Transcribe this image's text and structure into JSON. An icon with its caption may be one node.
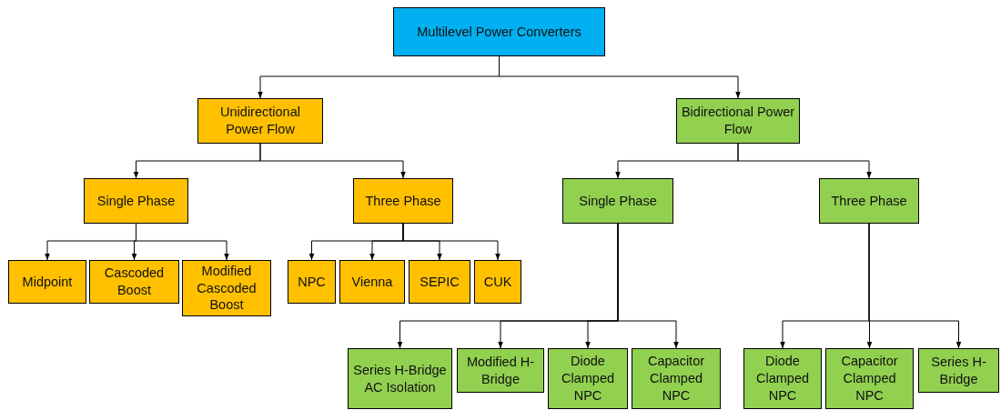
{
  "diagram": {
    "nodes": [
      {
        "text": [
          "Multilevel Power Converters"
        ]
      },
      {
        "text": [
          "Unidirectional Power Flow"
        ]
      },
      {
        "text": [
          "Bidirectional Power Flow"
        ]
      },
      {
        "text": [
          "Single Phase"
        ]
      },
      {
        "text": [
          "Three Phase"
        ]
      },
      {
        "text": [
          "Single Phase"
        ]
      },
      {
        "text": [
          "Three Phase"
        ]
      },
      {
        "text": [
          "Midpoint"
        ]
      },
      {
        "text": [
          "Cascoded Boost"
        ]
      },
      {
        "text": [
          "Modified Cascoded Boost"
        ]
      },
      {
        "text": [
          "NPC"
        ]
      },
      {
        "text": [
          "Vienna"
        ]
      },
      {
        "text": [
          "SEPIC"
        ]
      },
      {
        "text": [
          "CUK"
        ]
      },
      {
        "text": [
          "Series H-Bridge AC Isolation"
        ]
      },
      {
        "text": [
          "Modified H-Bridge"
        ]
      },
      {
        "text": [
          "Diode Clamped NPC"
        ]
      },
      {
        "text": [
          "Capacitor Clamped NPC"
        ]
      },
      {
        "text": [
          "Diode Clamped NPC"
        ]
      },
      {
        "text": [
          "Capacitor Clamped NPC"
        ]
      },
      {
        "text": [
          "Series H-Bridge"
        ]
      }
    ],
    "edges": [
      {
        "from": 0,
        "to": 1,
        "arrow": "to"
      },
      {
        "from": 0,
        "to": 2,
        "arrow": "to"
      },
      {
        "from": 1,
        "to": 3,
        "arrow": "to"
      },
      {
        "from": 1,
        "to": 4,
        "arrow": "to"
      },
      {
        "from": 2,
        "to": 5,
        "arrow": "to"
      },
      {
        "from": 2,
        "to": 6,
        "arrow": "to"
      },
      {
        "from": 3,
        "to": 7,
        "arrow": "to"
      },
      {
        "from": 3,
        "to": 8,
        "arrow": "to"
      },
      {
        "from": 3,
        "to": 9,
        "arrow": "to"
      },
      {
        "from": 4,
        "to": 10,
        "arrow": "to"
      },
      {
        "from": 4,
        "to": 11,
        "arrow": "to"
      },
      {
        "from": 4,
        "to": 12,
        "arrow": "to"
      },
      {
        "from": 4,
        "to": 13,
        "arrow": "to"
      },
      {
        "from": 5,
        "to": 14,
        "arrow": "to"
      },
      {
        "from": 5,
        "to": 15,
        "arrow": "to"
      },
      {
        "from": 5,
        "to": 16,
        "arrow": "to"
      },
      {
        "from": 5,
        "to": 17,
        "arrow": "to"
      },
      {
        "from": 6,
        "to": 18,
        "arrow": "to"
      },
      {
        "from": 6,
        "to": 19,
        "arrow": "to"
      },
      {
        "from": 6,
        "to": 20,
        "arrow": "to"
      }
    ]
  }
}
